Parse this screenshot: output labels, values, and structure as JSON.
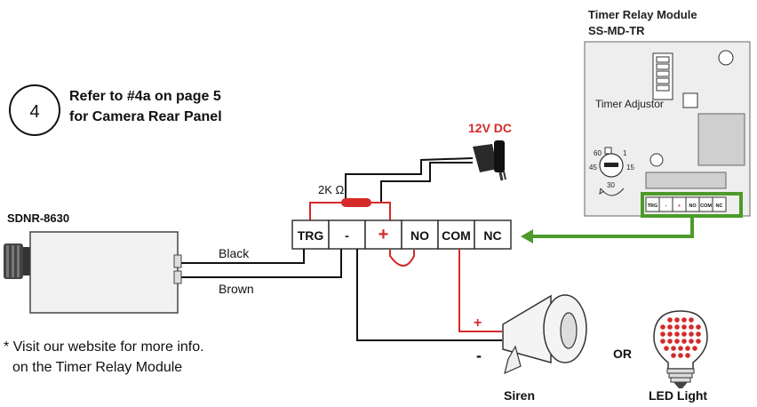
{
  "module": {
    "title_line1": "Timer Relay Module",
    "title_line2": "SS-MD-TR",
    "adjustor_label": "Timer Adjustor",
    "dial": {
      "t60": "60",
      "t1": "1",
      "t45": "45",
      "t15": "15",
      "t30": "30"
    },
    "terminals": [
      "TRG",
      "-",
      "+",
      "NO",
      "COM",
      "NC"
    ]
  },
  "step": {
    "number": "4",
    "text_line1": "Refer to #4a on page 5",
    "text_line2": "for Camera Rear Panel"
  },
  "power": {
    "label": "12V DC"
  },
  "resistor": {
    "label": "2K Ω"
  },
  "terminal_block": {
    "labels": [
      "TRG",
      "-",
      "+",
      "NO",
      "COM",
      "NC"
    ]
  },
  "camera": {
    "model": "SDNR-8630"
  },
  "wires": {
    "black": "Black",
    "brown": "Brown"
  },
  "siren": {
    "label": "Siren",
    "plus": "+",
    "minus": "-"
  },
  "or_label": "OR",
  "led": {
    "label": "LED Light"
  },
  "footnote": {
    "line1": "* Visit our website for more info.",
    "line2": "on the Timer Relay Module"
  },
  "colors": {
    "wire_red": "#d42a2a",
    "arrow_green": "#4d9a2a",
    "module_bg": "#eeeeee"
  }
}
